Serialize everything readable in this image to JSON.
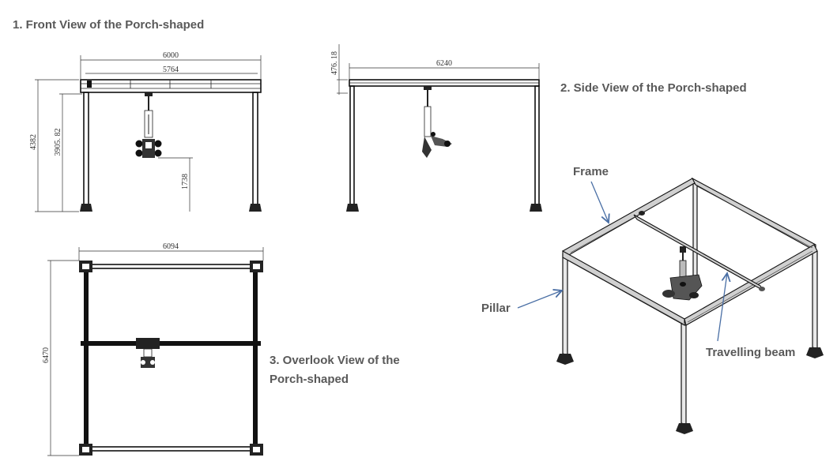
{
  "headings": {
    "front": "1.   Front View of the Porch-shaped",
    "side": "2. Side View of the Porch-shaped",
    "overlook_line1": "3. Overlook View of the",
    "overlook_line2": "Porch-shaped"
  },
  "front_view": {
    "dim_total_width": "6000",
    "dim_inner_width": "5764",
    "dim_total_height": "4382",
    "dim_beam_height": "3905. 82",
    "dim_lift_height": "1738"
  },
  "side_view": {
    "dim_width": "6240",
    "dim_beam_depth": "476. 18"
  },
  "overlook_view": {
    "dim_width": "6094",
    "dim_length": "6470"
  },
  "callouts": {
    "frame": "Frame",
    "pillar": "Pillar",
    "travelling_beam": "Travelling beam"
  },
  "colors": {
    "text": "#595959",
    "arrow": "#4a6fa5",
    "drawing": "#111111"
  }
}
